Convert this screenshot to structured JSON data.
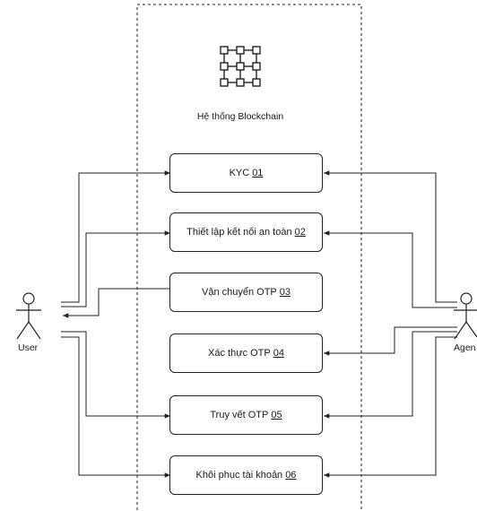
{
  "system": {
    "title": "Hệ thống Blockchain",
    "icon": "blockchain-grid-icon"
  },
  "actors": {
    "left": {
      "label": "User",
      "icon": "stick-figure-icon"
    },
    "right": {
      "label": "Agen",
      "icon": "stick-figure-icon"
    }
  },
  "use_cases": [
    {
      "label": "KYC",
      "num": "01"
    },
    {
      "label": "Thiết lập kết nối an toàn",
      "num": "02"
    },
    {
      "label": "Vận chuyển OTP",
      "num": "03"
    },
    {
      "label": "Xác thực OTP",
      "num": "04"
    },
    {
      "label": "Truy vết OTP",
      "num": "05"
    },
    {
      "label": "Khôi phục tài khoản",
      "num": "06"
    }
  ],
  "colors": {
    "stroke": "#222222",
    "background": "#ffffff"
  }
}
